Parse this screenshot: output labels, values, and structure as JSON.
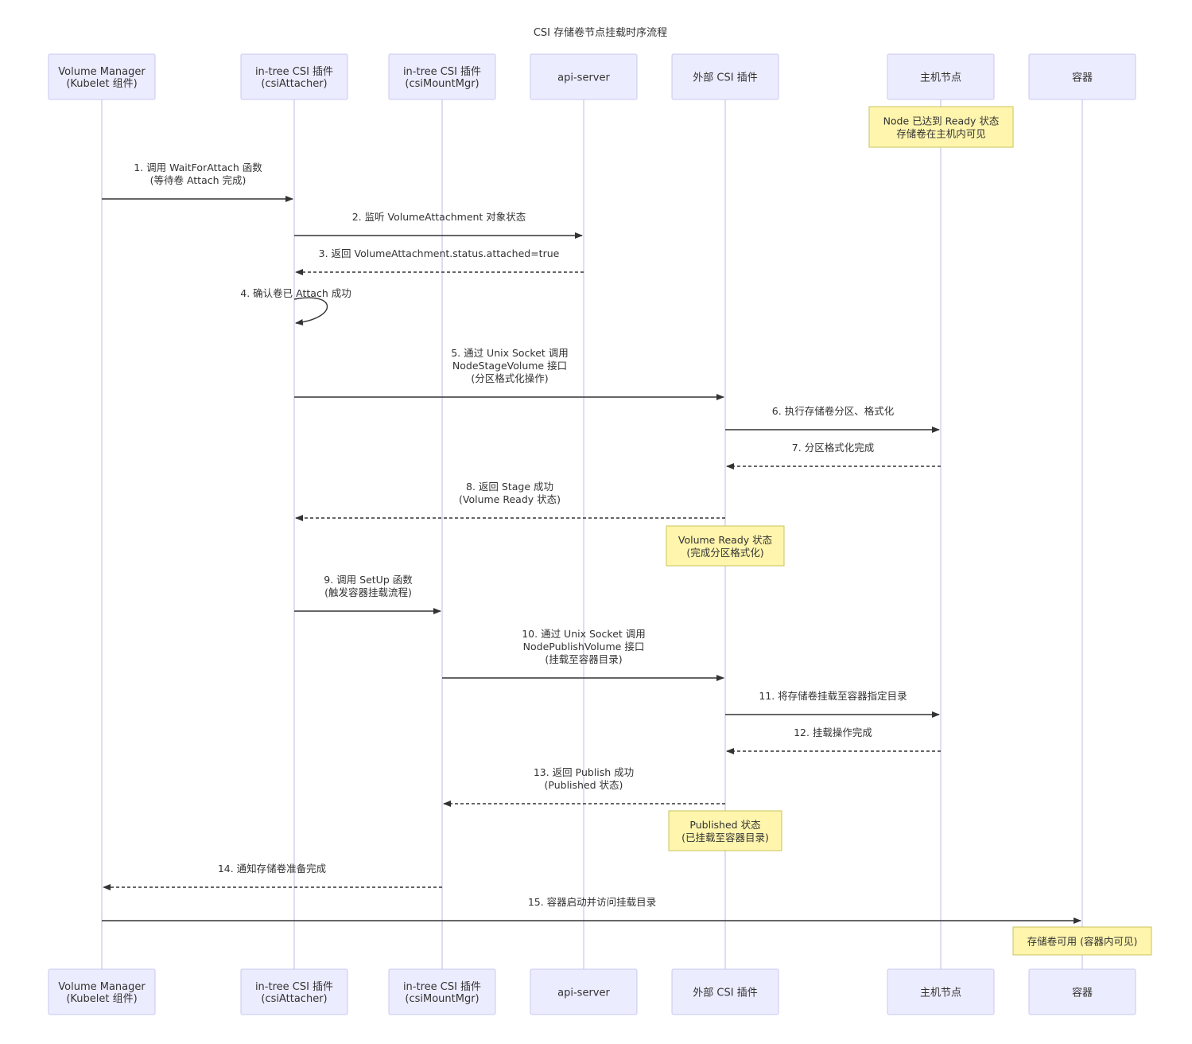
{
  "title": "CSI 存储卷节点挂载时序流程",
  "actors": [
    {
      "id": "vm",
      "lines": [
        "Volume Manager",
        "(Kubelet 组件)"
      ]
    },
    {
      "id": "att",
      "lines": [
        "in-tree CSI 插件",
        "(csiAttacher)"
      ]
    },
    {
      "id": "mnt",
      "lines": [
        "in-tree CSI 插件",
        "(csiMountMgr)"
      ]
    },
    {
      "id": "api",
      "lines": [
        "api-server"
      ]
    },
    {
      "id": "ext",
      "lines": [
        "外部 CSI 插件"
      ]
    },
    {
      "id": "host",
      "lines": [
        "主机节点"
      ]
    },
    {
      "id": "ctr",
      "lines": [
        "容器"
      ]
    }
  ],
  "messages": [
    {
      "from": "vm",
      "to": "att",
      "dashed": false,
      "lines": [
        "1. 调用 WaitForAttach 函数",
        "(等待卷 Attach 完成)"
      ]
    },
    {
      "from": "att",
      "to": "api",
      "dashed": false,
      "lines": [
        "2. 监听 VolumeAttachment 对象状态"
      ]
    },
    {
      "from": "api",
      "to": "att",
      "dashed": true,
      "lines": [
        "3. 返回 VolumeAttachment.status.attached=true"
      ]
    },
    {
      "from": "att",
      "to": "att",
      "dashed": false,
      "lines": [
        "4. 确认卷已 Attach 成功"
      ]
    },
    {
      "from": "att",
      "to": "ext",
      "dashed": false,
      "lines": [
        "5. 通过 Unix Socket 调用",
        "NodeStageVolume 接口",
        "(分区格式化操作)"
      ]
    },
    {
      "from": "ext",
      "to": "host",
      "dashed": false,
      "lines": [
        "6. 执行存储卷分区、格式化"
      ]
    },
    {
      "from": "host",
      "to": "ext",
      "dashed": true,
      "lines": [
        "7. 分区格式化完成"
      ]
    },
    {
      "from": "ext",
      "to": "att",
      "dashed": true,
      "lines": [
        "8. 返回 Stage 成功",
        "(Volume Ready 状态)"
      ]
    },
    {
      "from": "att",
      "to": "mnt",
      "dashed": false,
      "lines": [
        "9. 调用 SetUp 函数",
        "(触发容器挂载流程)"
      ]
    },
    {
      "from": "mnt",
      "to": "ext",
      "dashed": false,
      "lines": [
        "10. 通过 Unix Socket 调用",
        "NodePublishVolume 接口",
        "(挂载至容器目录)"
      ]
    },
    {
      "from": "ext",
      "to": "host",
      "dashed": false,
      "lines": [
        "11. 将存储卷挂载至容器指定目录"
      ]
    },
    {
      "from": "host",
      "to": "ext",
      "dashed": true,
      "lines": [
        "12. 挂载操作完成"
      ]
    },
    {
      "from": "ext",
      "to": "mnt",
      "dashed": true,
      "lines": [
        "13. 返回 Publish 成功",
        "(Published 状态)"
      ]
    },
    {
      "from": "mnt",
      "to": "vm",
      "dashed": true,
      "lines": [
        "14. 通知存储卷准备完成"
      ]
    },
    {
      "from": "vm",
      "to": "ctr",
      "dashed": false,
      "lines": [
        "15. 容器启动并访问挂载目录"
      ]
    }
  ],
  "notes": [
    {
      "over": "host",
      "lines": [
        "Node 已达到 Ready 状态",
        "存储卷在主机内可见"
      ]
    },
    {
      "over": "ext",
      "lines": [
        "Volume Ready 状态",
        "(完成分区格式化)"
      ]
    },
    {
      "over": "ext",
      "lines": [
        "Published 状态",
        "(已挂载至容器目录)"
      ]
    },
    {
      "over": "ctr",
      "lines": [
        "存储卷可用 (容器内可见)"
      ]
    }
  ],
  "colors": {
    "actor_fill": "#ececff",
    "actor_border": "#c8c8f0",
    "note_fill": "#fff5ad",
    "note_border": "#c8c45a",
    "line": "#333333"
  }
}
